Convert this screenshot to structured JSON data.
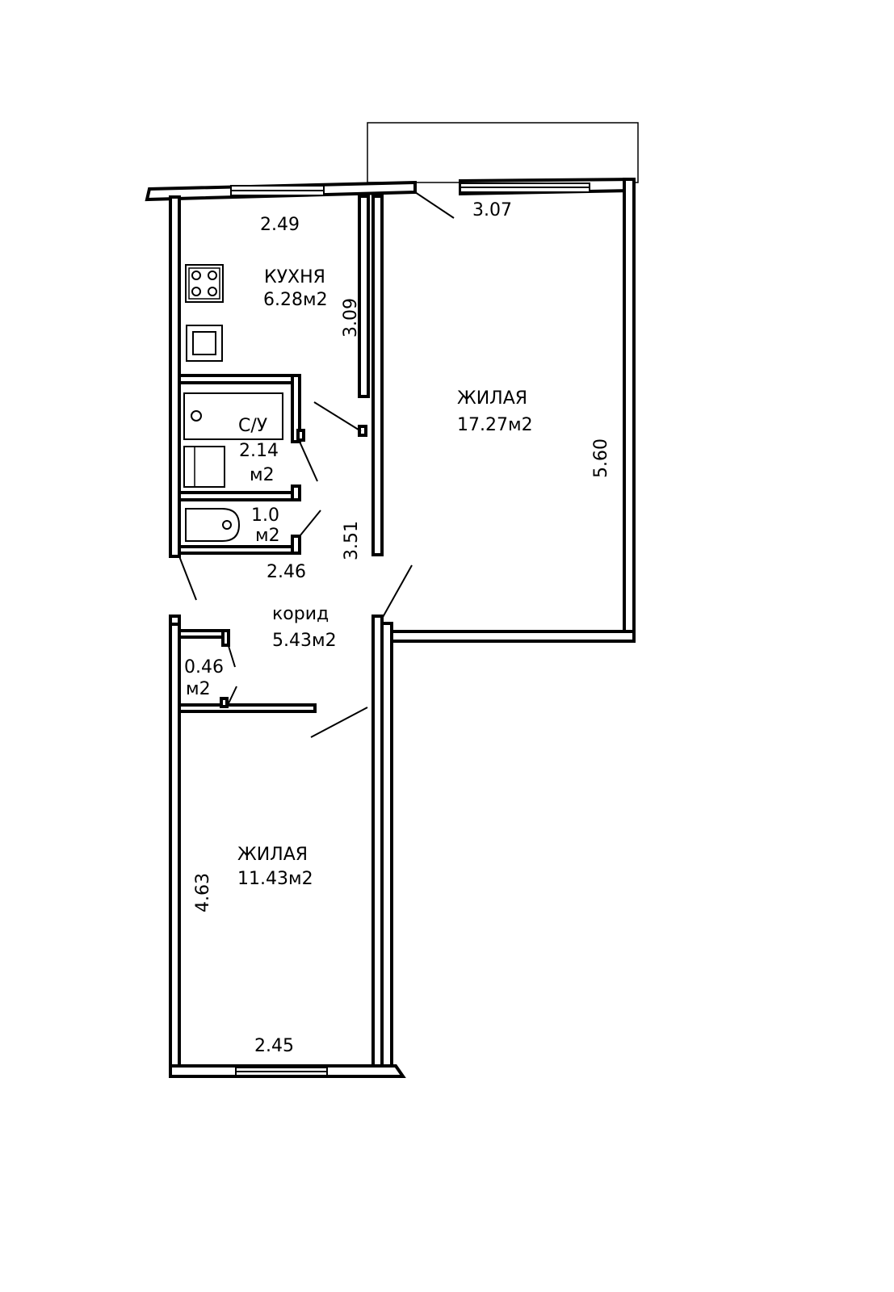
{
  "plan": {
    "kitchen": {
      "name": "КУХНЯ",
      "area": "6.28м2",
      "width": "2.49",
      "length": "3.09"
    },
    "bathroom": {
      "name": "С/У",
      "area_line1": "2.14",
      "area_line2": "м2"
    },
    "toilet": {
      "area_line1": "1.0",
      "area_line2": "м2"
    },
    "living_large": {
      "name": "ЖИЛАЯ",
      "area": "17.27м2",
      "width": "3.07",
      "length": "5.60"
    },
    "corridor": {
      "name": "корид",
      "area": "5.43м2",
      "width": "2.46",
      "length": "3.51"
    },
    "closet": {
      "area_line1": "0.46",
      "area_line2": "м2"
    },
    "living_small": {
      "name": "ЖИЛАЯ",
      "area": "11.43м2",
      "width": "2.45",
      "length": "4.63"
    }
  }
}
